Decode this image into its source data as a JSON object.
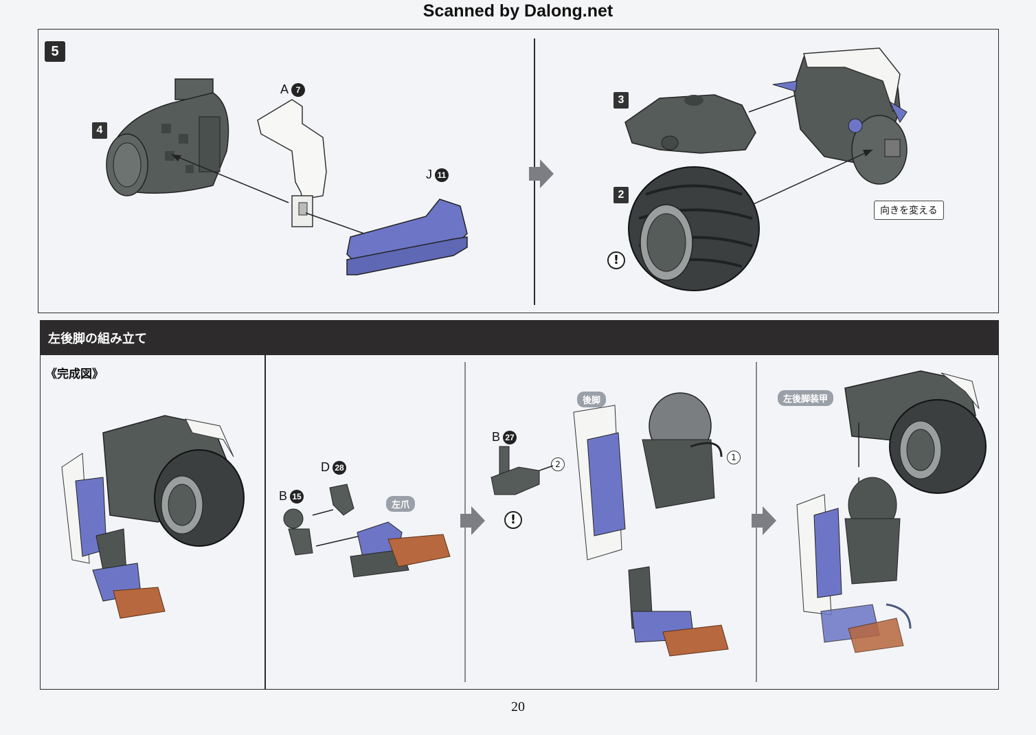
{
  "watermark": "Scanned by Dalong.net",
  "step5": {
    "number": "5",
    "part_a": {
      "letter": "A",
      "num": "7"
    },
    "part_j": {
      "letter": "J",
      "num": "11"
    },
    "sub4": "4",
    "sub3": "3",
    "sub2": "2",
    "note": "向きを変える",
    "warning": "!"
  },
  "section": {
    "title": "左後脚の組み立て",
    "completed_label": "《完成図》",
    "claw_tag": "左爪",
    "part_b15": {
      "letter": "B",
      "num": "15"
    },
    "part_d28": {
      "letter": "D",
      "num": "28"
    },
    "part_b27": {
      "letter": "B",
      "num": "27"
    },
    "rear_leg_tag": "後脚",
    "rear_leg_armor_tag": "左後脚装甲",
    "circ1": "1",
    "circ2": "2",
    "warning": "!"
  },
  "page_number": "20",
  "colors": {
    "gray": "#4f5452",
    "blue": "#6e78c9",
    "orange": "#b8683e",
    "white": "#f4f4f2"
  }
}
